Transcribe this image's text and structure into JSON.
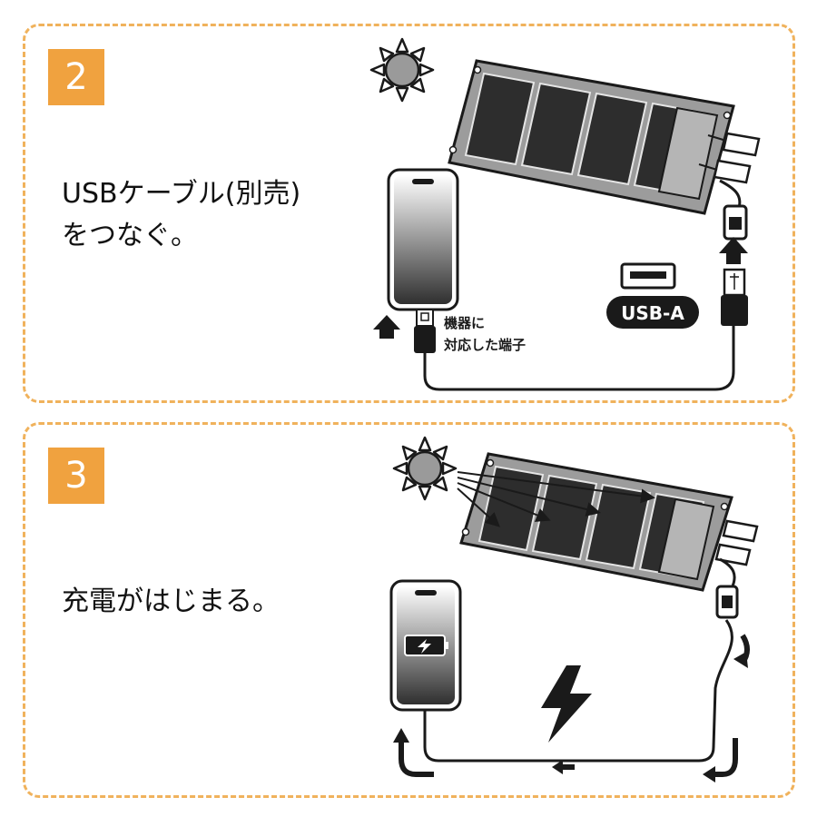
{
  "steps": [
    {
      "number": "2",
      "caption_line1": "USBケーブル(別売)",
      "caption_line2": "をつなぐ。",
      "port_label_line1": "機器に",
      "port_label_line2": "対応した端子",
      "usb_label": "USB-A"
    },
    {
      "number": "3",
      "caption_line1": "充電がはじまる。"
    }
  ],
  "colors": {
    "accent": "#f0a23f",
    "border": "#f0b25c",
    "ink": "#1a1a1a"
  },
  "icons": [
    "sun-icon",
    "solar-panel",
    "smartphone",
    "usb-cable",
    "up-arrow-icon",
    "lightning-icon",
    "battery-charging-icon",
    "flow-arrow-icon"
  ]
}
